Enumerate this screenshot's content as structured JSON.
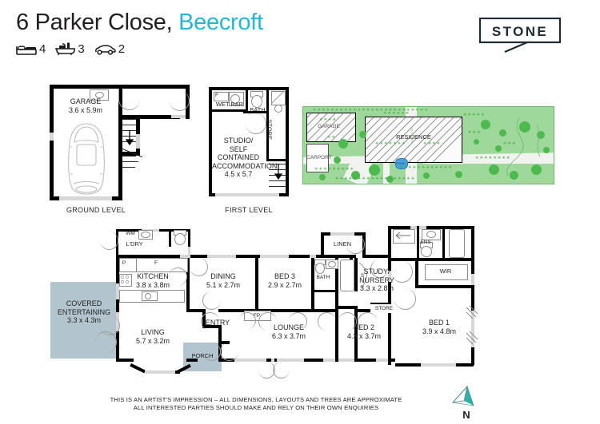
{
  "header": {
    "address_street": "6 Parker Close,",
    "address_suburb": "Beecroft",
    "features": [
      {
        "icon": "bed-icon",
        "count": "4"
      },
      {
        "icon": "bath-icon",
        "count": "3"
      },
      {
        "icon": "car-icon",
        "count": "2"
      }
    ],
    "logo_text": "STONE"
  },
  "ground_level": {
    "label": "GROUND LEVEL",
    "rooms": [
      {
        "name": "GARAGE",
        "dims": "3.6 x 5.9m"
      }
    ]
  },
  "first_level": {
    "label": "FIRST LEVEL",
    "rooms": [
      {
        "name": "WET BAR",
        "dims": ""
      },
      {
        "name": "BATH",
        "dims": ""
      },
      {
        "name": "STORE",
        "dims": ""
      },
      {
        "name": "STUDIO/",
        "name2": "SELF CONTAINED",
        "name3": "ACCOMMODATION",
        "dims": "4.5 x 5.7"
      }
    ],
    "fixtures": [
      {
        "label": "F"
      }
    ]
  },
  "site_plan": {
    "garage_label": "GARAGE",
    "carport_label": "CARPORT",
    "residence_label": "RESIDENCE",
    "pond_label": "POND"
  },
  "main_level": {
    "rooms": [
      {
        "name": "L'DRY",
        "dims": ""
      },
      {
        "name": "KITCHEN",
        "dims": "3.8 x 3.8m"
      },
      {
        "name": "COVERED",
        "name2": "ENTERTAINING",
        "dims": "3.3 x 4.3m"
      },
      {
        "name": "LIVING",
        "dims": "5.7 x 3.2m"
      },
      {
        "name": "DINING",
        "dims": "5.1 x 2.7m"
      },
      {
        "name": "ENTRY",
        "dims": ""
      },
      {
        "name": "PORCH",
        "dims": ""
      },
      {
        "name": "BED 3",
        "dims": "2.9 x 2.7m"
      },
      {
        "name": "BATH",
        "dims": ""
      },
      {
        "name": "LOUNGE",
        "dims": "6.3 x 3.7m"
      },
      {
        "name": "LINEN",
        "dims": ""
      },
      {
        "name": "STUDY/",
        "name2": "NURSERY",
        "dims": "3.3 x 2.8m"
      },
      {
        "name": "STORE",
        "dims": ""
      },
      {
        "name": "BED 2",
        "dims": "4.3 x 3.7m"
      },
      {
        "name": "ENS",
        "dims": ""
      },
      {
        "name": "WIR",
        "dims": ""
      },
      {
        "name": "BED 1",
        "dims": "3.9 x 4.8m"
      }
    ],
    "fixtures": [
      {
        "label": "WM"
      },
      {
        "label": "P"
      },
      {
        "label": "F"
      },
      {
        "label": "S"
      },
      {
        "label": "FP"
      }
    ]
  },
  "footer": {
    "line1": "THIS IS AN ARTIST'S IMPRESSION – ALL DIMENSIONS, LAYOUTS AND TREES ARE APPROXIMATE",
    "line2": "ALL INTERESTED PARTIES SHOULD MAKE AND RELY ON THEIR OWN ENQUIRIES",
    "compass_label": "N"
  },
  "colors": {
    "accent": "#2ab4d4",
    "shade": "#b2c4ce",
    "lawn": "#9ed89a",
    "wall": "#000000"
  }
}
